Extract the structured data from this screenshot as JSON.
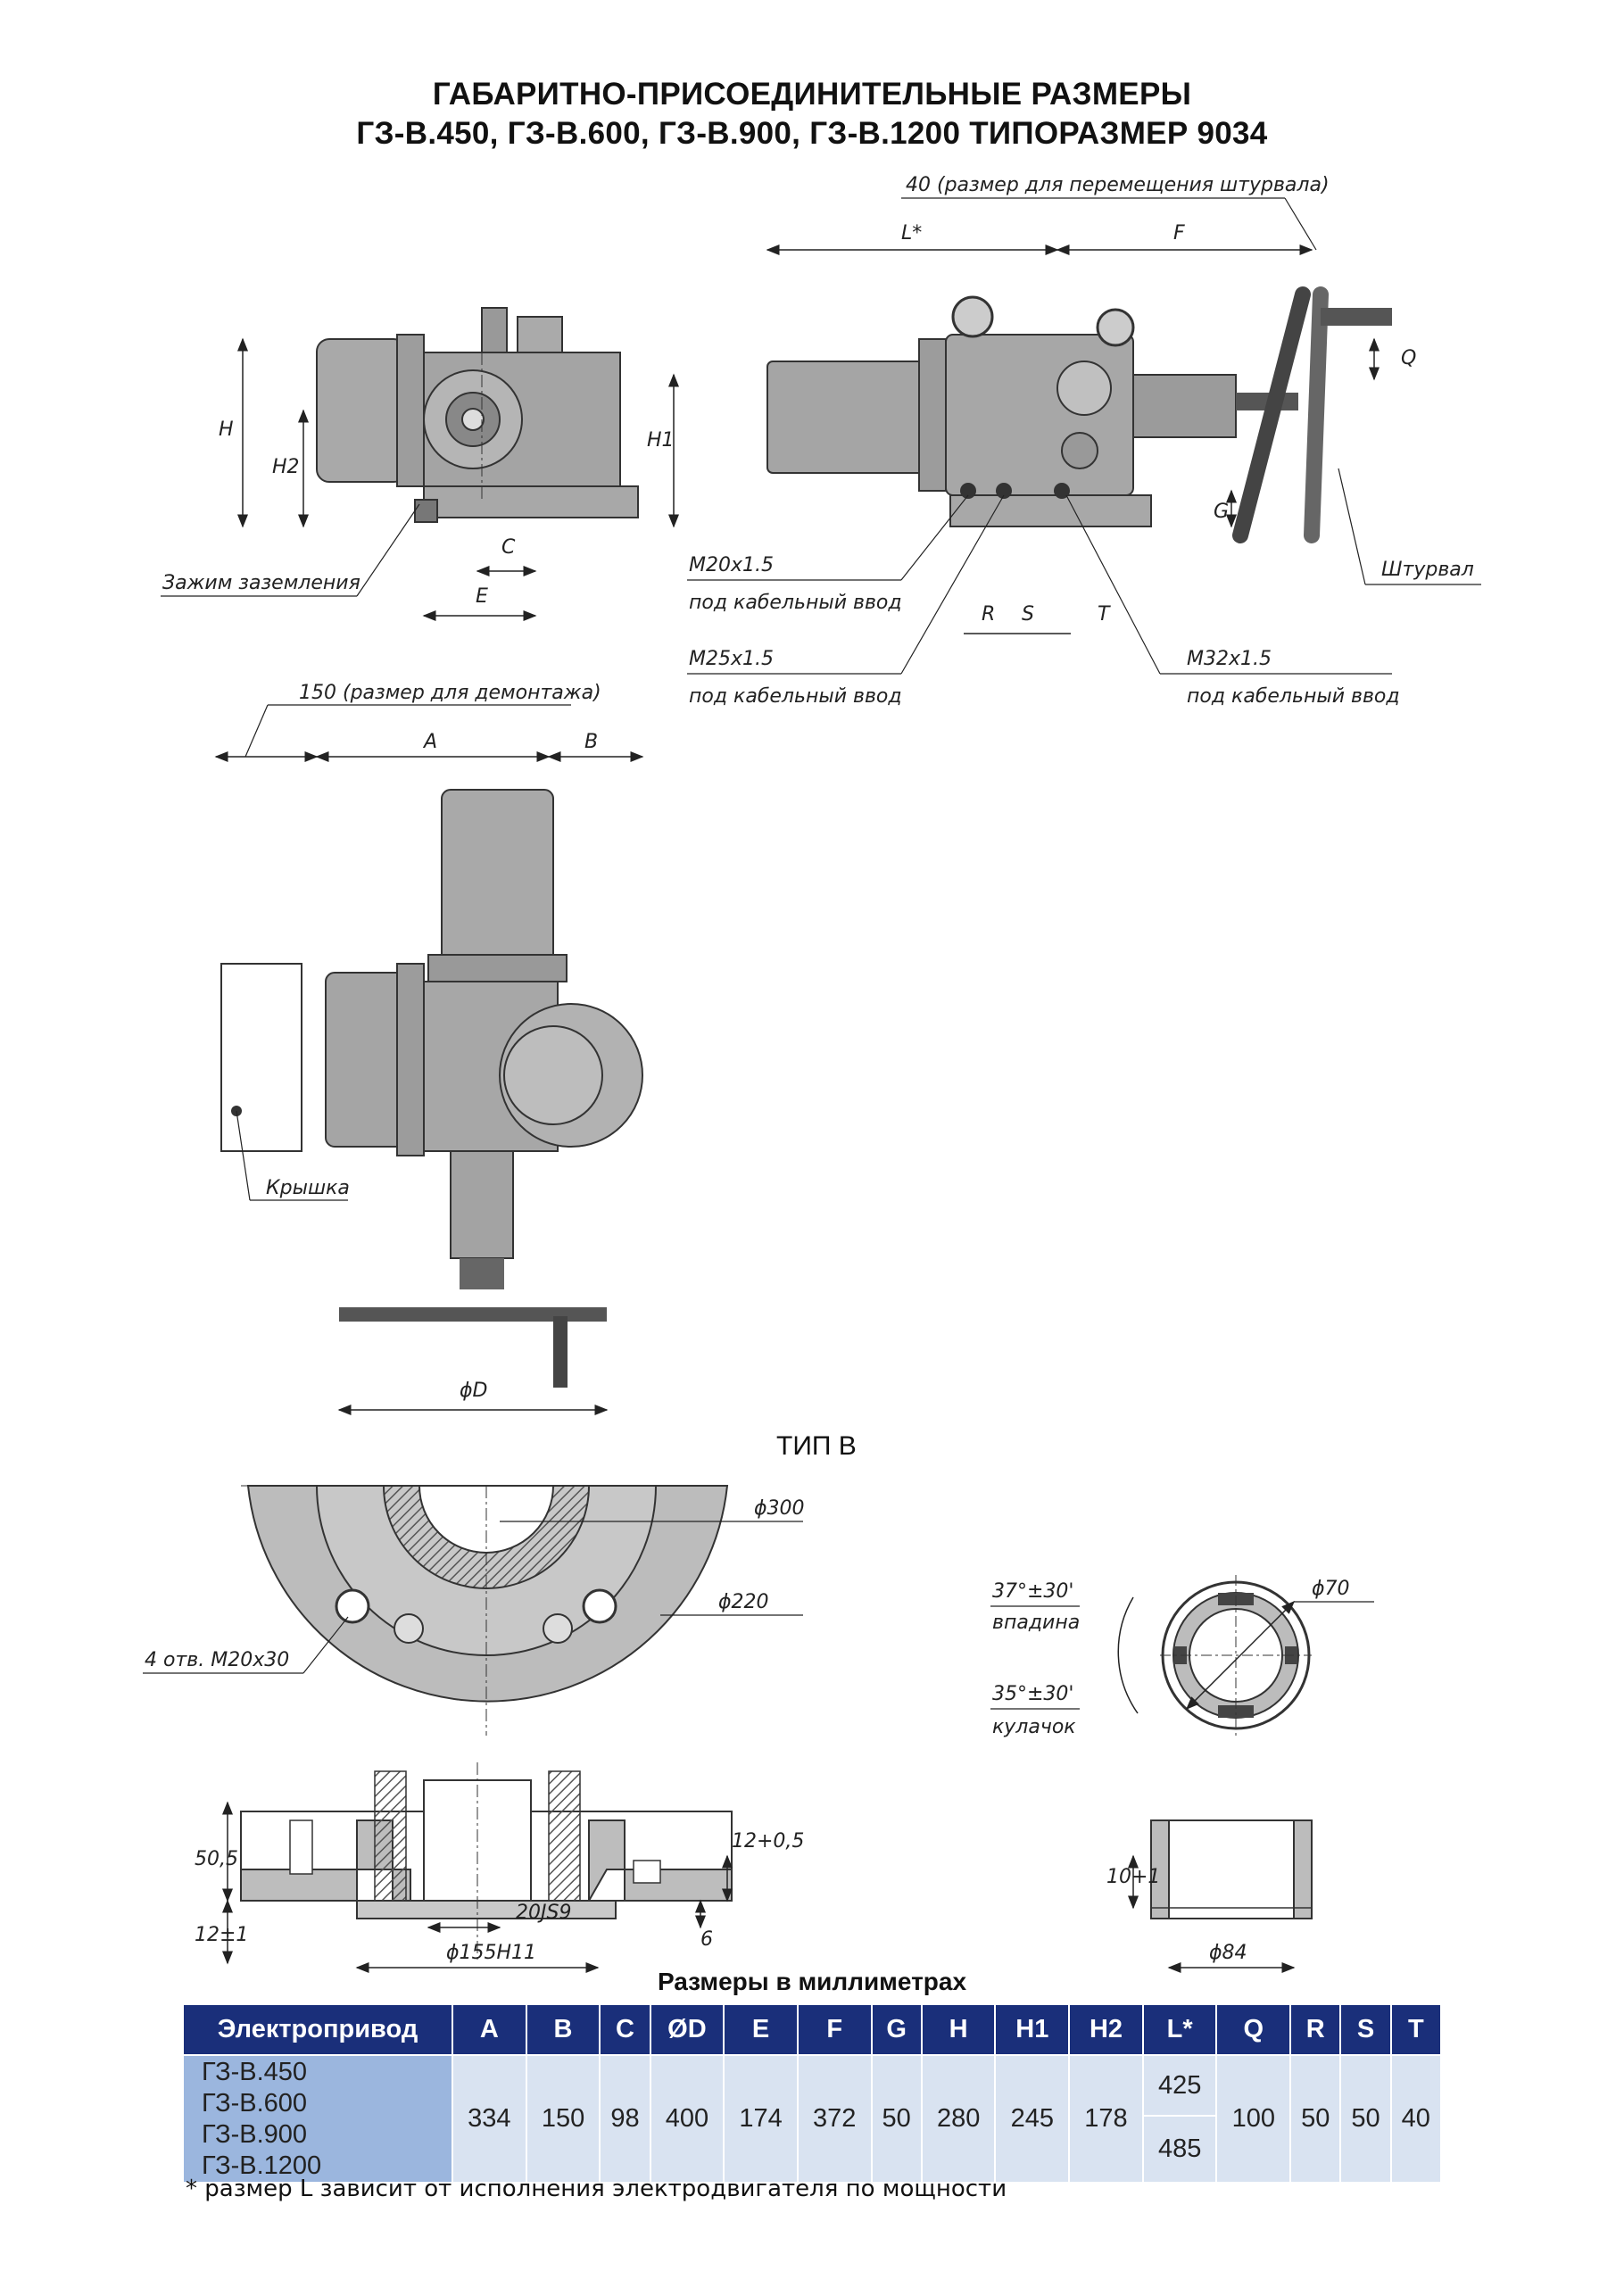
{
  "title": {
    "line1": "ГАБАРИТНО-ПРИСОЕДИНИТЕЛЬНЫЕ РАЗМЕРЫ",
    "line2": "ГЗ-В.450, ГЗ-В.600, ГЗ-В.900, ГЗ-В.1200 ТИПОРАЗМЕР 9034"
  },
  "drawing_labels": {
    "handwheel_move": "40 (размер для перемещения штурвала)",
    "l_star": "L*",
    "f": "F",
    "q": "Q",
    "g": "G",
    "handwheel": "Штурвал",
    "h": "H",
    "h2": "H2",
    "h1": "H1",
    "c": "C",
    "e": "E",
    "ground_clamp": "Зажим заземления",
    "m20": "М20х1.5",
    "m25": "М25х1.5",
    "m32": "М32х1.5",
    "cable_entry": "под кабельный ввод",
    "r": "R",
    "s": "S",
    "t": "T",
    "dismount": "150 (размер для демонтажа)",
    "a": "A",
    "b": "B",
    "cover": "Крышка",
    "od": "ϕD",
    "type_b": "ТИП В",
    "d300": "ϕ300",
    "d220": "ϕ220",
    "holes": "4 отв. М20х30",
    "d70": "ϕ70",
    "angle1": "37°±30'",
    "groove": "впадина",
    "angle2": "35°±30'",
    "cam": "кулачок",
    "dim_505": "50,5",
    "dim_12": "12±1",
    "dim_20js9": "20JS9",
    "dim_155": "ϕ155H11",
    "dim_6": "6",
    "dim_12b": "12+0,5",
    "dim_10": "10+1",
    "d84": "ϕ84"
  },
  "units_caption": "Размеры в миллиметрах",
  "table": {
    "headers": [
      "Электропривод",
      "A",
      "B",
      "C",
      "ØD",
      "E",
      "F",
      "G",
      "H",
      "H1",
      "H2",
      "L*",
      "Q",
      "R",
      "S",
      "T"
    ],
    "models": [
      "ГЗ-В.450",
      "ГЗ-В.600",
      "ГЗ-В.900",
      "ГЗ-В.1200"
    ],
    "values": {
      "A": "334",
      "B": "150",
      "C": "98",
      "OD": "400",
      "E": "174",
      "F": "372",
      "G": "50",
      "H": "280",
      "H1": "245",
      "H2": "178",
      "L1": "425",
      "L2": "485",
      "Q": "100",
      "R": "50",
      "S": "50",
      "T": "40"
    }
  },
  "footnote": "* размер L зависит от исполнения электродвигателя по мощности"
}
